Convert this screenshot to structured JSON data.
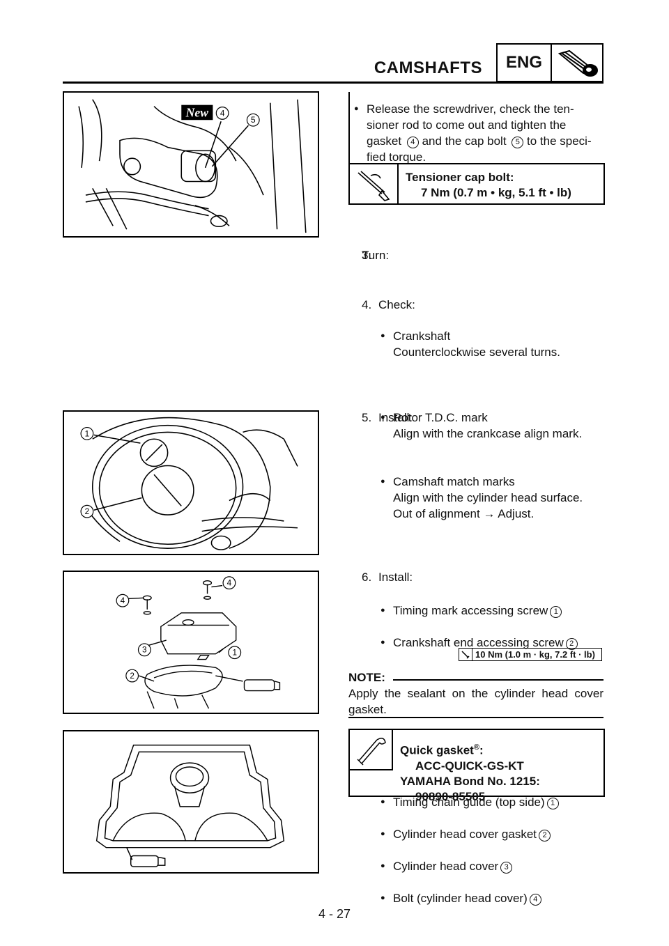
{
  "header": {
    "title": "CAMSHAFTS",
    "badge": "ENG"
  },
  "intro": {
    "line1": "Release the screwdriver, check the ten-",
    "line2": "sioner rod to come out and tighten the",
    "line3a": "gasket",
    "c4": "4",
    "line3b": "and the cap bolt",
    "c5": "5",
    "line3c": "to the speci-",
    "line4": "fied torque."
  },
  "spec1": {
    "title": "Tensioner cap bolt:",
    "value": "7 Nm (0.7 m • kg, 5.1 ft • lb)"
  },
  "step3": {
    "num": "3.",
    "verb": "Turn:",
    "item": "Crankshaft",
    "desc": "Counterclockwise several turns."
  },
  "step4": {
    "num": "4.",
    "verb": "Check:",
    "item1": "Rotor T.D.C. mark",
    "desc1": "Align with the crankcase align mark.",
    "item2": "Camshaft match marks",
    "desc2": "Align with the cylinder head surface.",
    "desc3": "Out of alignment → Adjust."
  },
  "step5": {
    "num": "5.",
    "verb": "Install:",
    "item1": "Timing mark accessing screw",
    "n1": "1",
    "item2": "Crankshaft end accessing screw",
    "n2": "2"
  },
  "step6": {
    "num": "6.",
    "verb": "Install:",
    "item1": "Timing chain guide (top side)",
    "n1": "1",
    "item2": "Cylinder head cover gasket",
    "n2": "2",
    "item3": "Cylinder head cover",
    "n3": "3",
    "item4": "Bolt (cylinder head cover)",
    "n4": "4",
    "torque": "10 Nm (1.0 m · kg, 7.2 ft · lb)"
  },
  "note": {
    "label": "NOTE:",
    "line1": "Apply the sealant on the cylinder head cover",
    "line2": "gasket."
  },
  "spec2": {
    "l1": "Quick gasket",
    "reg": "®",
    "colon": ":",
    "l2": "ACC-QUICK-GS-KT",
    "l3": "YAMAHA Bond No. 1215:",
    "l4": "90890-85505"
  },
  "fig1": {
    "badge": "New",
    "c4": "4",
    "c5": "5"
  },
  "fig2": {
    "c1": "1",
    "c2": "2"
  },
  "fig3": {
    "c1": "1",
    "c2": "2",
    "c3": "3",
    "c4a": "4",
    "c4b": "4"
  },
  "page": "4 - 27"
}
